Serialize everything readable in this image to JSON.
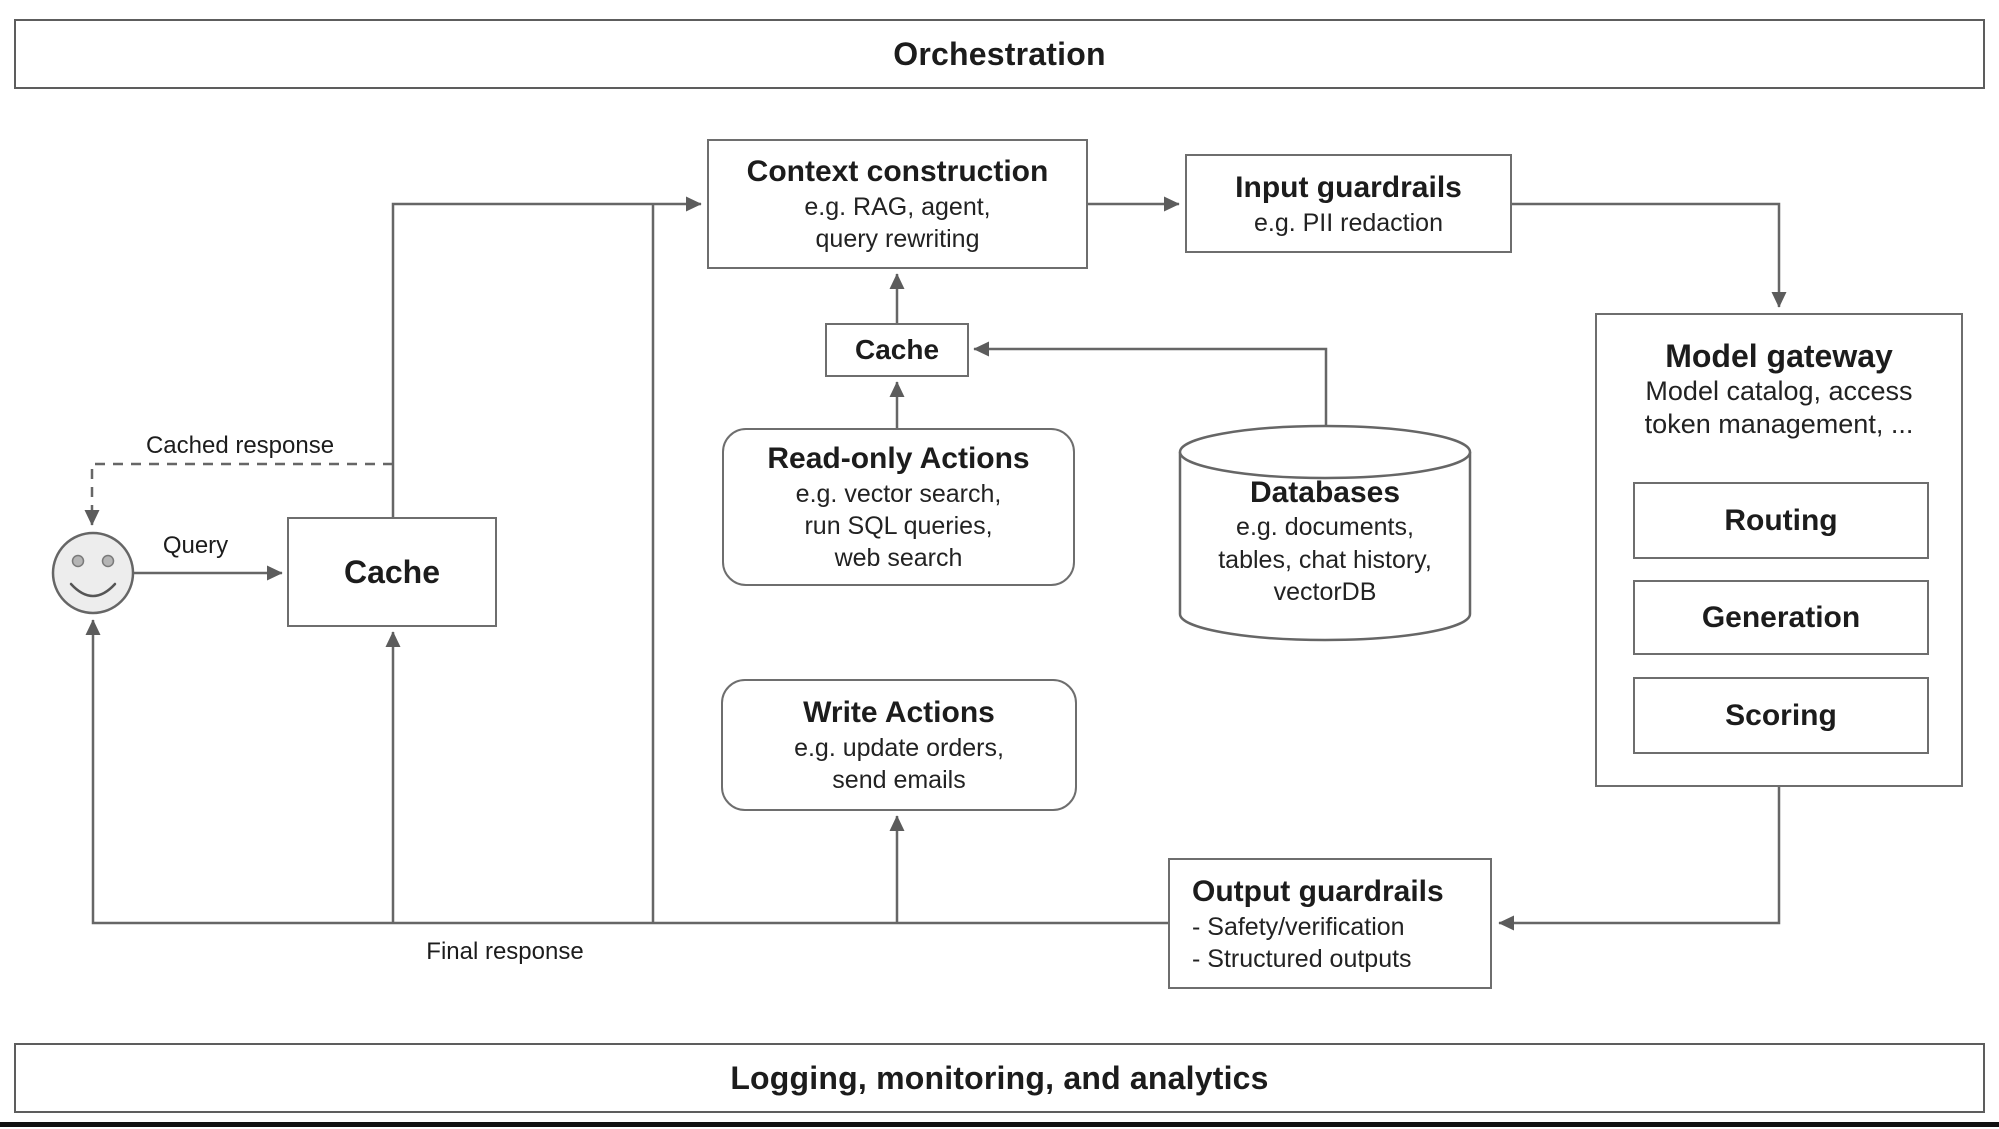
{
  "top_bar": {
    "label": "Orchestration"
  },
  "bottom_bar": {
    "label": "Logging, monitoring, and analytics"
  },
  "nodes": {
    "context_construction": {
      "title": "Context construction",
      "lines": [
        "e.g. RAG, agent,",
        "query rewriting"
      ]
    },
    "input_guardrails": {
      "title": "Input guardrails",
      "lines": [
        "e.g. PII redaction"
      ]
    },
    "model_gateway": {
      "title": "Model gateway",
      "lines": [
        "Model catalog, access",
        "token management, ..."
      ],
      "children": [
        {
          "label": "Routing"
        },
        {
          "label": "Generation"
        },
        {
          "label": "Scoring"
        }
      ]
    },
    "user_cache": {
      "title": "Cache"
    },
    "context_cache": {
      "title": "Cache"
    },
    "read_only_actions": {
      "title": "Read-only Actions",
      "lines": [
        "e.g. vector search,",
        "run SQL queries,",
        "web search"
      ]
    },
    "write_actions": {
      "title": "Write Actions",
      "lines": [
        "e.g. update orders,",
        "send emails"
      ]
    },
    "databases": {
      "title": "Databases",
      "lines": [
        "e.g. documents,",
        "tables, chat history,",
        "vectorDB"
      ]
    },
    "output_guardrails": {
      "title": "Output guardrails",
      "lines": [
        "- Safety/verification",
        "- Structured outputs"
      ]
    }
  },
  "edge_labels": {
    "query": "Query",
    "cached_response": "Cached response",
    "final_response": "Final response"
  },
  "icons": {
    "user": "smiley-face",
    "databases": "database-cylinder"
  },
  "colors": {
    "line": "#666666",
    "box_border": "#6e6e6e",
    "text": "#1c1c1c",
    "smiley_fill": "#ededed",
    "bottom_rule": "#111111"
  }
}
